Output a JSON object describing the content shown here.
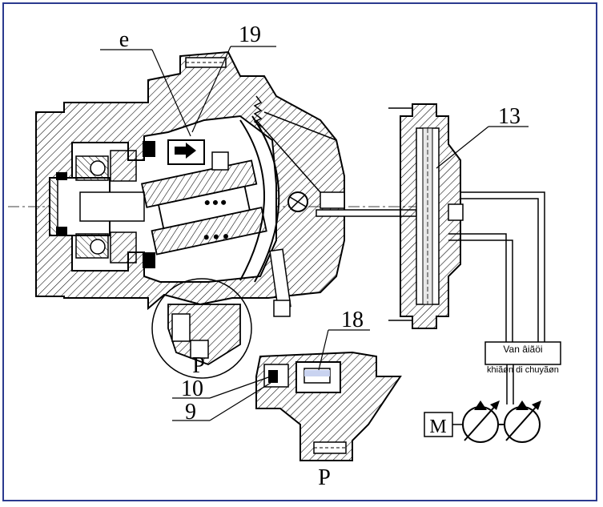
{
  "labels": {
    "e": "e",
    "n19": "19",
    "n13": "13",
    "n18": "18",
    "n10": "10",
    "n9": "9",
    "p_upper": "P",
    "p_lower": "P",
    "m": "M"
  },
  "valve_box": {
    "line1": "Van âiãöi",
    "line2": "khiãøn di chuyãøn"
  },
  "colors": {
    "frame": "#2b3a8f",
    "line": "#000000",
    "hatch": "#000000"
  }
}
